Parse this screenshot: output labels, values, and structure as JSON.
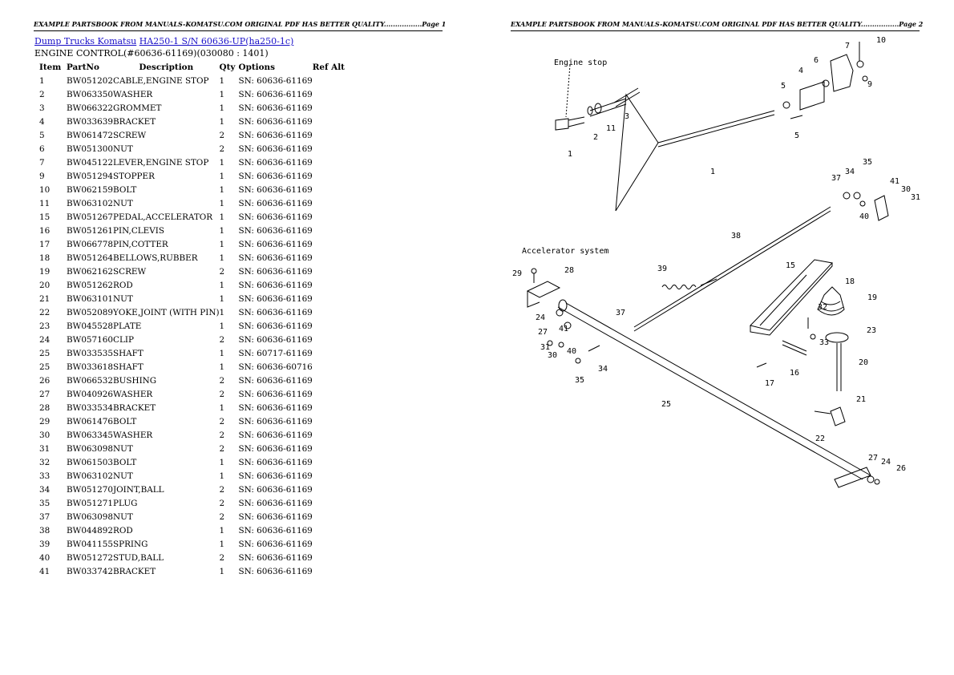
{
  "header": {
    "left": "EXAMPLE PARTSBOOK FROM MANUALS-KOMATSU.COM ORIGINAL PDF HAS BETTER QUALITY.................Page 1",
    "right": "EXAMPLE PARTSBOOK FROM MANUALS-KOMATSU.COM ORIGINAL PDF HAS BETTER QUALITY.................Page 2"
  },
  "breadcrumb": {
    "category": "Dump Trucks Komatsu",
    "model": "HA250-1 S/N 60636-UP(ha250-1c)"
  },
  "subtitle": "ENGINE CONTROL(#60636-61169)(030080 : 1401)",
  "table": {
    "headers": [
      "Item",
      "PartNo",
      "Description",
      "Qty",
      "Options",
      "Ref Alt"
    ],
    "rows": [
      [
        "1",
        "BW051202",
        "CABLE,ENGINE STOP",
        "1",
        "SN: 60636-61169",
        ""
      ],
      [
        "2",
        "BW063350",
        "WASHER",
        "1",
        "SN: 60636-61169",
        ""
      ],
      [
        "3",
        "BW066322",
        "GROMMET",
        "1",
        "SN: 60636-61169",
        ""
      ],
      [
        "4",
        "BW033639",
        "BRACKET",
        "1",
        "SN: 60636-61169",
        ""
      ],
      [
        "5",
        "BW061472",
        "SCREW",
        "2",
        "SN: 60636-61169",
        ""
      ],
      [
        "6",
        "BW051300",
        "NUT",
        "2",
        "SN: 60636-61169",
        ""
      ],
      [
        "7",
        "BW045122",
        "LEVER,ENGINE STOP",
        "1",
        "SN: 60636-61169",
        ""
      ],
      [
        "9",
        "BW051294",
        "STOPPER",
        "1",
        "SN: 60636-61169",
        ""
      ],
      [
        "10",
        "BW062159",
        "BOLT",
        "1",
        "SN: 60636-61169",
        ""
      ],
      [
        "11",
        "BW063102",
        "NUT",
        "1",
        "SN: 60636-61169",
        ""
      ],
      [
        "15",
        "BW051267",
        "PEDAL,ACCELERATOR",
        "1",
        "SN: 60636-61169",
        ""
      ],
      [
        "16",
        "BW051261",
        "PIN,CLEVIS",
        "1",
        "SN: 60636-61169",
        ""
      ],
      [
        "17",
        "BW066778",
        "PIN,COTTER",
        "1",
        "SN: 60636-61169",
        ""
      ],
      [
        "18",
        "BW051264",
        "BELLOWS,RUBBER",
        "1",
        "SN: 60636-61169",
        ""
      ],
      [
        "19",
        "BW062162",
        "SCREW",
        "2",
        "SN: 60636-61169",
        ""
      ],
      [
        "20",
        "BW051262",
        "ROD",
        "1",
        "SN: 60636-61169",
        ""
      ],
      [
        "21",
        "BW063101",
        "NUT",
        "1",
        "SN: 60636-61169",
        ""
      ],
      [
        "22",
        "BW052089",
        "YOKE,JOINT (WITH PIN)",
        "1",
        "SN: 60636-61169",
        ""
      ],
      [
        "23",
        "BW045528",
        "PLATE",
        "1",
        "SN: 60636-61169",
        ""
      ],
      [
        "24",
        "BW057160",
        "CLIP",
        "2",
        "SN: 60636-61169",
        ""
      ],
      [
        "25",
        "BW033535",
        "SHAFT",
        "1",
        "SN: 60717-61169",
        ""
      ],
      [
        "25",
        "BW033618",
        "SHAFT",
        "1",
        "SN: 60636-60716",
        ""
      ],
      [
        "26",
        "BW066532",
        "BUSHING",
        "2",
        "SN: 60636-61169",
        ""
      ],
      [
        "27",
        "BW040926",
        "WASHER",
        "2",
        "SN: 60636-61169",
        ""
      ],
      [
        "28",
        "BW033534",
        "BRACKET",
        "1",
        "SN: 60636-61169",
        ""
      ],
      [
        "29",
        "BW061476",
        "BOLT",
        "2",
        "SN: 60636-61169",
        ""
      ],
      [
        "30",
        "BW063345",
        "WASHER",
        "2",
        "SN: 60636-61169",
        ""
      ],
      [
        "31",
        "BW063098",
        "NUT",
        "2",
        "SN: 60636-61169",
        ""
      ],
      [
        "32",
        "BW061503",
        "BOLT",
        "1",
        "SN: 60636-61169",
        ""
      ],
      [
        "33",
        "BW063102",
        "NUT",
        "1",
        "SN: 60636-61169",
        ""
      ],
      [
        "34",
        "BW051270",
        "JOINT,BALL",
        "2",
        "SN: 60636-61169",
        ""
      ],
      [
        "35",
        "BW051271",
        "PLUG",
        "2",
        "SN: 60636-61169",
        ""
      ],
      [
        "37",
        "BW063098",
        "NUT",
        "2",
        "SN: 60636-61169",
        ""
      ],
      [
        "38",
        "BW044892",
        "ROD",
        "1",
        "SN: 60636-61169",
        ""
      ],
      [
        "39",
        "BW041155",
        "SPRING",
        "1",
        "SN: 60636-61169",
        ""
      ],
      [
        "40",
        "BW051272",
        "STUD,BALL",
        "2",
        "SN: 60636-61169",
        ""
      ],
      [
        "41",
        "BW033742",
        "BRACKET",
        "1",
        "SN: 60636-61169",
        ""
      ]
    ]
  },
  "diagram": {
    "engine_stop_title": "Engine stop",
    "accelerator_title": "Accelerator system",
    "callouts": [
      "1",
      "2",
      "3",
      "4",
      "5",
      "5",
      "6",
      "7",
      "9",
      "10",
      "11",
      "1",
      "15",
      "16",
      "17",
      "18",
      "19",
      "20",
      "21",
      "22",
      "23",
      "24",
      "25",
      "26",
      "27",
      "28",
      "29",
      "30",
      "31",
      "32",
      "33",
      "34",
      "35",
      "37",
      "38",
      "39",
      "40",
      "41",
      "31",
      "30",
      "34",
      "35",
      "37",
      "40",
      "41",
      "37",
      "27",
      "24"
    ]
  }
}
